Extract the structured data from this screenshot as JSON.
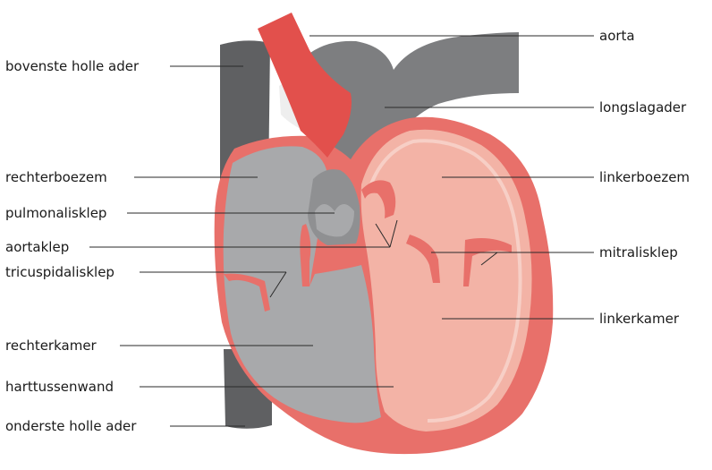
{
  "colors": {
    "vein_dark": "#5f6062",
    "artery_grey": "#7d7e80",
    "right_chamber": "#a8a9ab",
    "right_chamber_shade": "#8f9092",
    "aorta_red": "#e2504c",
    "muscle": "#e8706a",
    "left_chamber": "#f3b3a6",
    "left_inner_line": "#f7cfc6",
    "highlight": "#eeeeee"
  },
  "labels": {
    "left": {
      "superior_vena_cava": "bovenste holle ader",
      "right_atrium": "rechterboezem",
      "pulmonary_valve": "pulmonalisklep",
      "aortic_valve": "aortaklep",
      "tricuspid_valve": "tricuspidalisklep",
      "right_ventricle": "rechterkamer",
      "septum": "harttussenwand",
      "inferior_vena_cava": "onderste holle ader"
    },
    "right": {
      "aorta": "aorta",
      "pulmonary_artery": "longslagader",
      "left_atrium": "linkerboezem",
      "mitral_valve": "mitralisklep",
      "left_ventricle": "linkerkamer"
    }
  }
}
